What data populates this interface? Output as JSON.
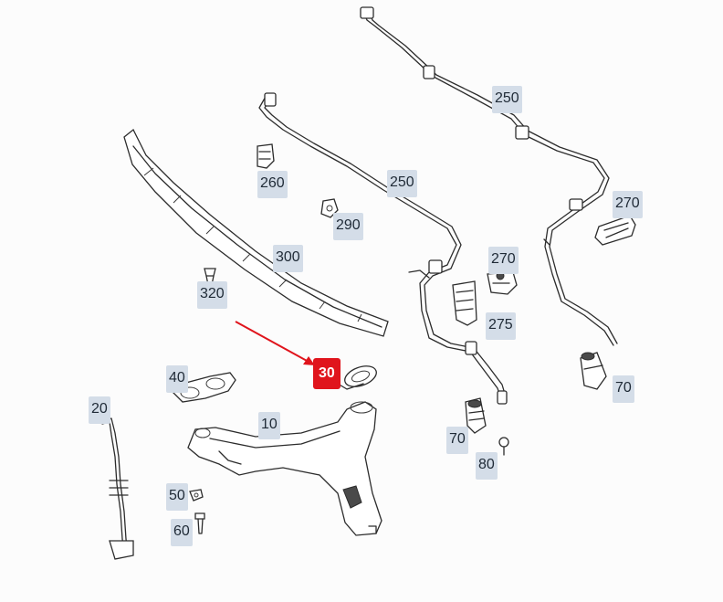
{
  "diagram": {
    "highlight_color": "#e0141c",
    "label_color": "#d4dde8",
    "callouts": [
      {
        "id": "c250a",
        "text": "250"
      },
      {
        "id": "c250b",
        "text": "250"
      },
      {
        "id": "c260",
        "text": "260"
      },
      {
        "id": "c290",
        "text": "290"
      },
      {
        "id": "c270a",
        "text": "270"
      },
      {
        "id": "c270b",
        "text": "270"
      },
      {
        "id": "c275",
        "text": "275"
      },
      {
        "id": "c300",
        "text": "300"
      },
      {
        "id": "c320",
        "text": "320"
      },
      {
        "id": "c30",
        "text": "30",
        "highlighted": true
      },
      {
        "id": "c40",
        "text": "40"
      },
      {
        "id": "c20",
        "text": "20"
      },
      {
        "id": "c10",
        "text": "10"
      },
      {
        "id": "c70a",
        "text": "70"
      },
      {
        "id": "c70b",
        "text": "70"
      },
      {
        "id": "c80",
        "text": "80"
      },
      {
        "id": "c50",
        "text": "50"
      },
      {
        "id": "c60",
        "text": "60"
      }
    ]
  }
}
